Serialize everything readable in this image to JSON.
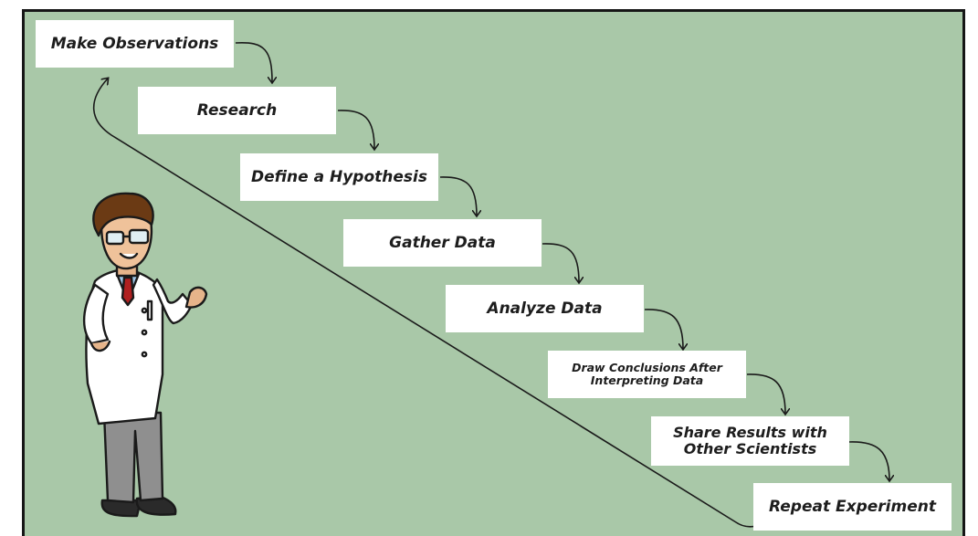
{
  "steps": [
    {
      "label": "Make Observations"
    },
    {
      "label": "Research"
    },
    {
      "label": "Define a Hypothesis"
    },
    {
      "label": "Gather Data"
    },
    {
      "label": "Analyze Data"
    },
    {
      "label": "Draw Conclusions After\nInterpreting Data"
    },
    {
      "label": "Share Results with\nOther Scientists"
    },
    {
      "label": "Repeat Experiment"
    }
  ],
  "colors": {
    "background": "#a9c8a8",
    "box": "#ffffff",
    "line": "#1a1a1a",
    "frame": "#161616"
  }
}
